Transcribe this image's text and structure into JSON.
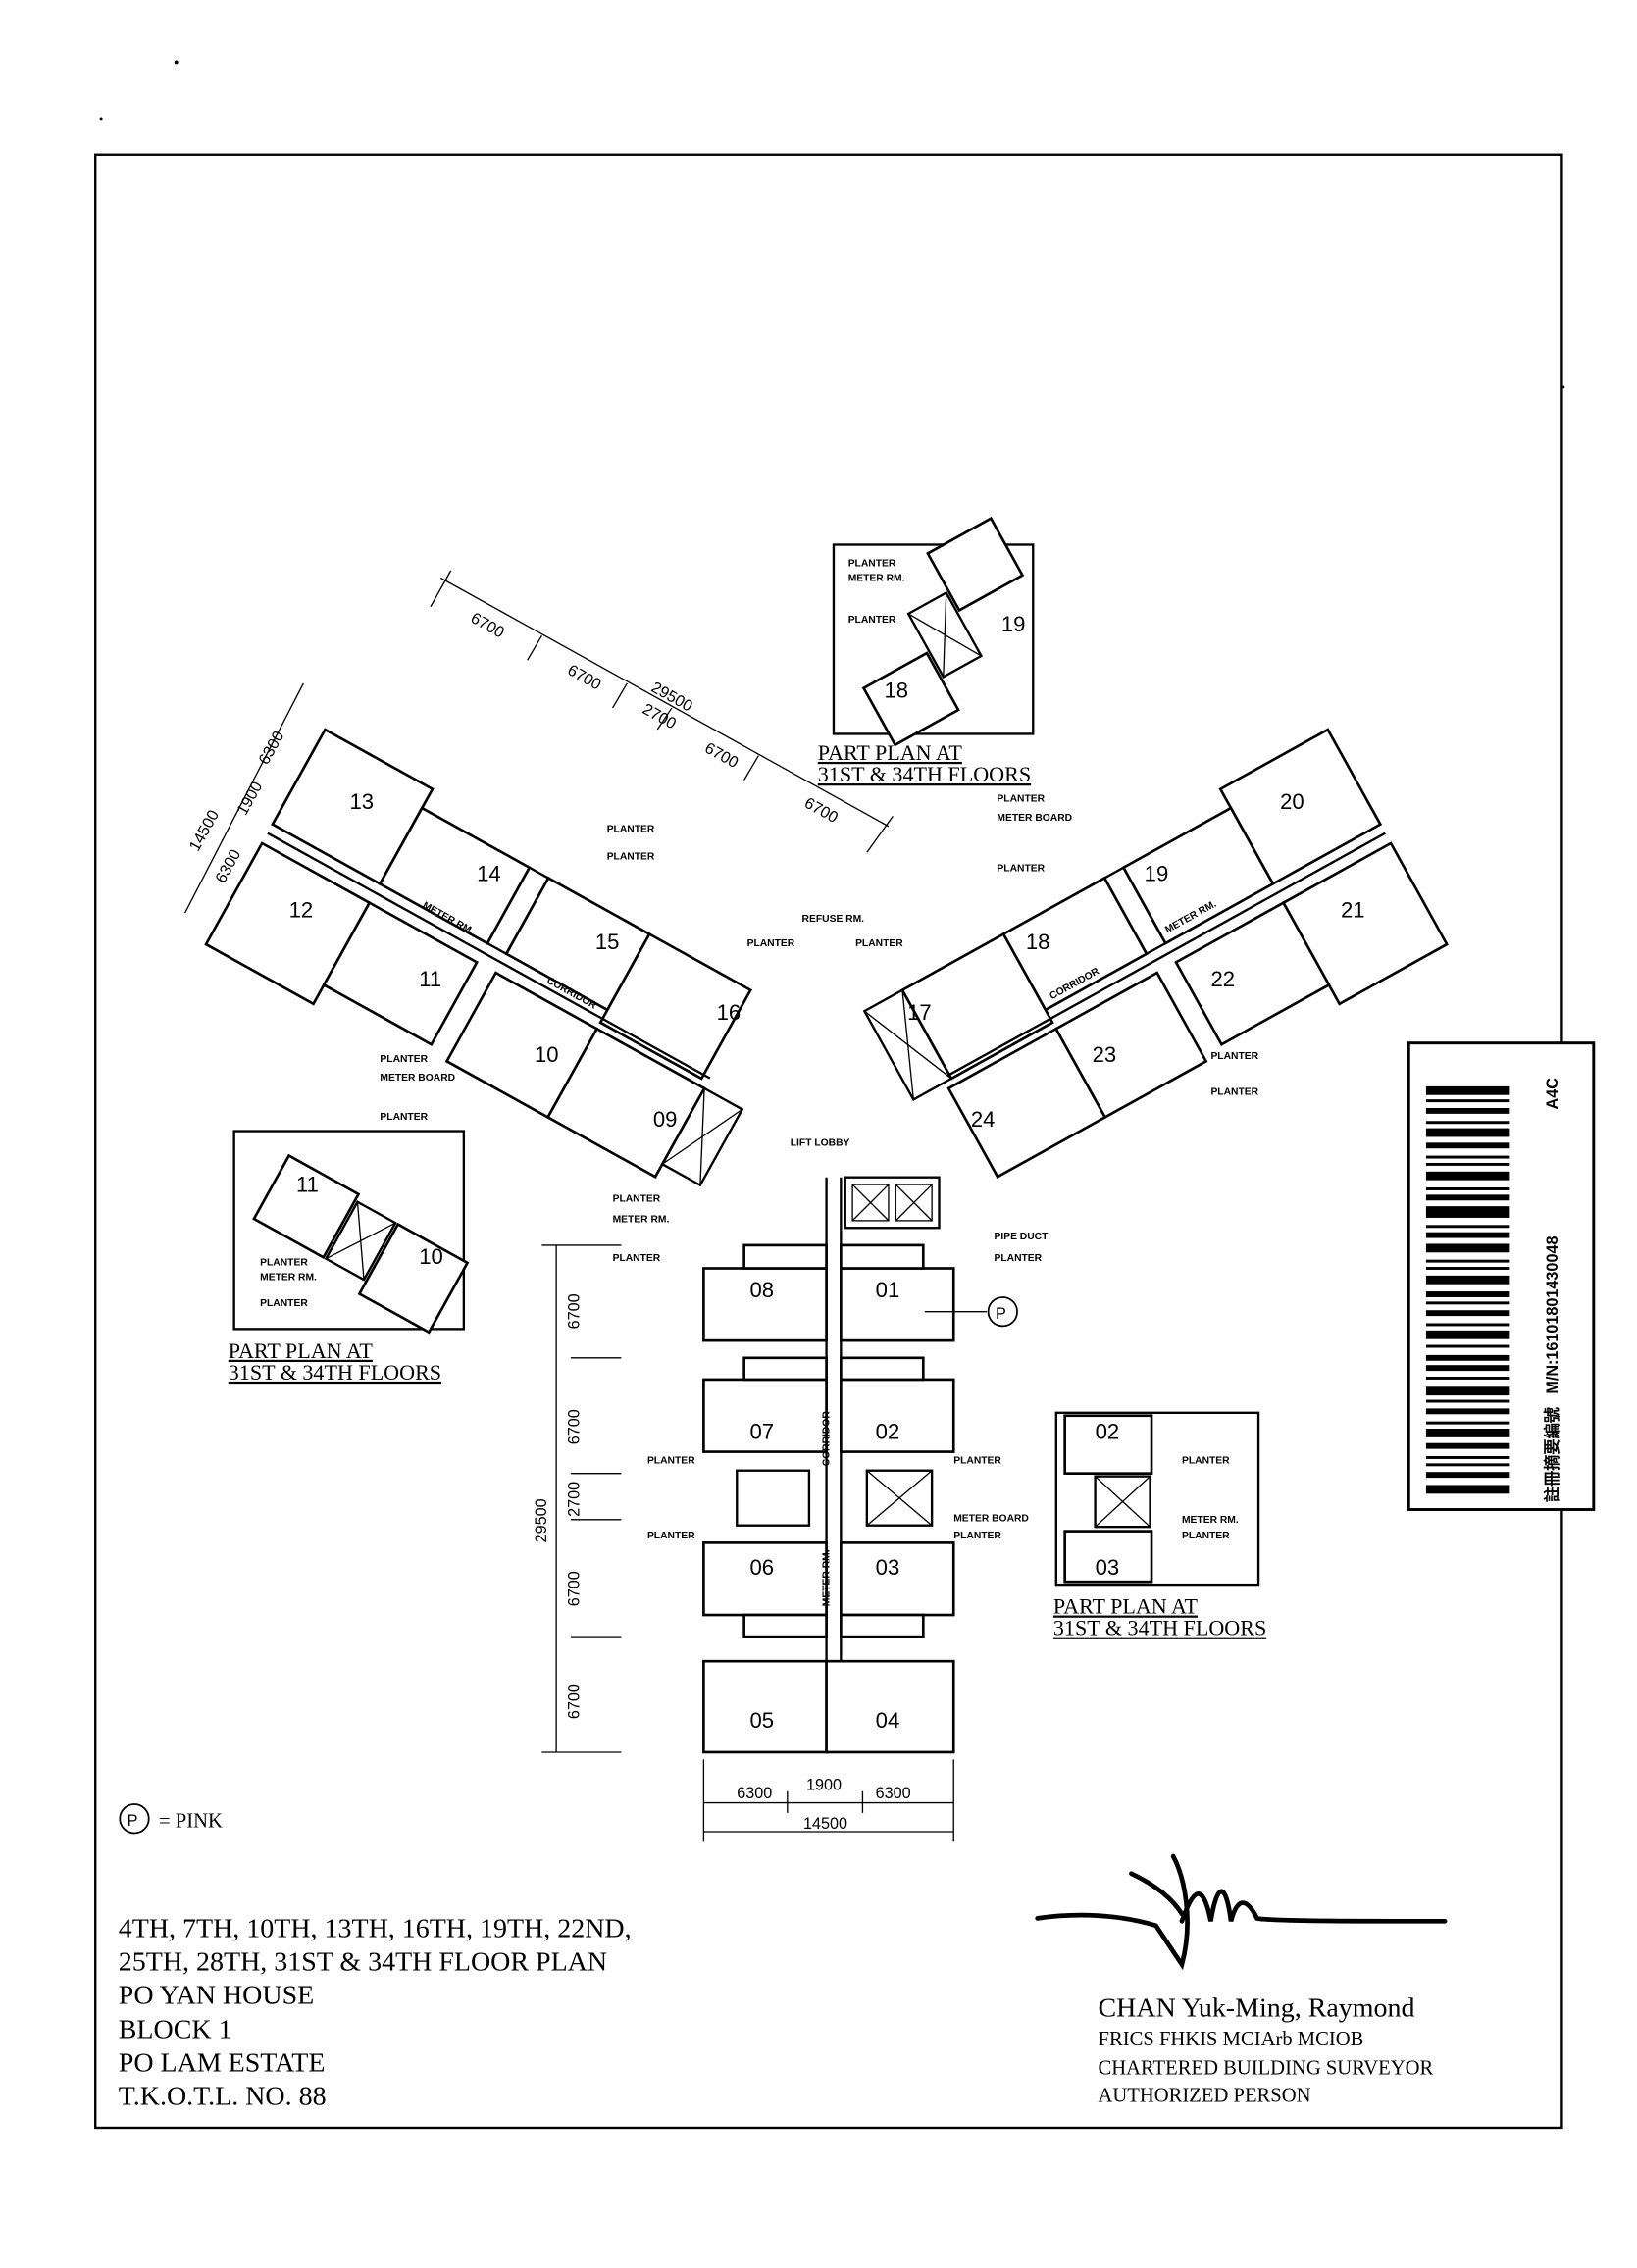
{
  "units": {
    "u01": "01",
    "u02": "02",
    "u03": "03",
    "u04": "04",
    "u05": "05",
    "u06": "06",
    "u07": "07",
    "u08": "08",
    "u09": "09",
    "u10": "10",
    "u11": "11",
    "u12": "12",
    "u13": "13",
    "u14": "14",
    "u15": "15",
    "u16": "16",
    "u17": "17",
    "u18": "18",
    "u19": "19",
    "u20": "20",
    "u21": "21",
    "u22": "22",
    "u23": "23",
    "u24": "24"
  },
  "annotations": {
    "planter": "PLANTER",
    "meter_rm": "METER RM.",
    "meter_board": "METER BOARD",
    "corridor": "CORRIDOR",
    "refuse_rm": "REFUSE RM.",
    "lift_lobby": "LIFT LOBBY",
    "pipe_duct": "PIPE DUCT"
  },
  "dimensions": {
    "d6700": "6700",
    "d2700": "2700",
    "d29500": "29500",
    "d14500": "14500",
    "d6300": "6300",
    "d1900": "1900"
  },
  "part_plan": {
    "line1": "PART PLAN AT",
    "line2": "31ST & 34TH FLOORS"
  },
  "legend": {
    "symbol": "P",
    "text": "= PINK",
    "color": "pink"
  },
  "title_block": {
    "line1": "4TH, 7TH, 10TH, 13TH, 16TH, 19TH, 22ND,",
    "line2": "25TH, 28TH, 31ST & 34TH FLOOR PLAN",
    "line3": "PO YAN HOUSE",
    "line4": "BLOCK 1",
    "line5": "PO LAM ESTATE",
    "line6": "T.K.O.T.L. NO. 88"
  },
  "signatory": {
    "name": "CHAN Yuk-Ming, Raymond",
    "qualifications": "FRICS FHKIS MCIArb MCIOB",
    "title": "CHARTERED BUILDING SURVEYOR",
    "role": "AUTHORIZED PERSON",
    "signature_initials": "YM"
  },
  "barcode": {
    "label_cn": "註冊摘要編號",
    "number": "M/N:16101801430048",
    "code": "A4C"
  }
}
